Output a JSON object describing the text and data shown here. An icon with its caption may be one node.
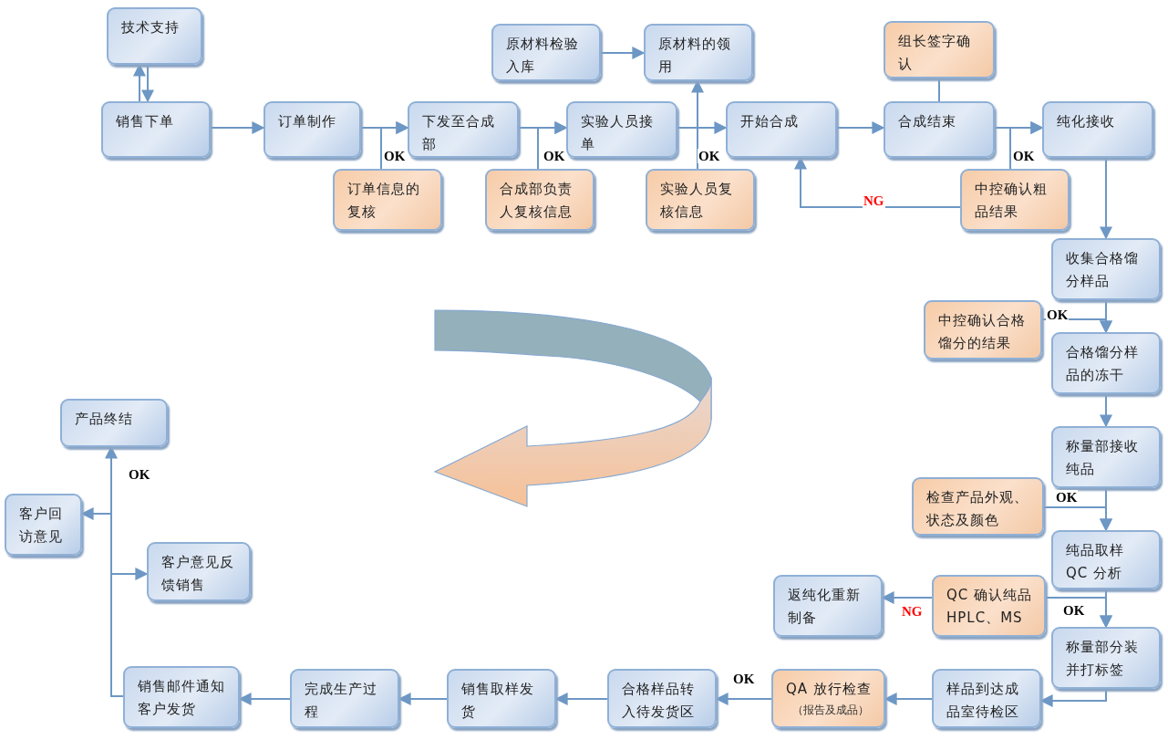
{
  "diagram": {
    "nodes": [
      {
        "text": [
          "技术支持"
        ]
      },
      {
        "text": [
          "销售下单"
        ]
      },
      {
        "text": [
          "订单制作"
        ]
      },
      {
        "text": [
          "下发至合成部"
        ]
      },
      {
        "text": [
          "实验人员接单"
        ]
      },
      {
        "text": [
          "原材料检验入库"
        ]
      },
      {
        "text": [
          "原材料的领用"
        ]
      },
      {
        "text": [
          "开始合成"
        ]
      },
      {
        "text": [
          "组长签字确认"
        ]
      },
      {
        "text": [
          "合成结束"
        ]
      },
      {
        "text": [
          "纯化接收"
        ]
      },
      {
        "text": [
          "订单信息的复核"
        ]
      },
      {
        "text": [
          "合成部负责人复核信息"
        ]
      },
      {
        "text": [
          "实验人员复核信息"
        ]
      },
      {
        "text": [
          "中控确认粗品结果"
        ]
      },
      {
        "text": [
          "收集合格馏分样品"
        ]
      },
      {
        "text": [
          "中控确认合格馏分的结果"
        ]
      },
      {
        "text": [
          "合格馏分样品的冻干"
        ]
      },
      {
        "text": [
          "称量部接收纯品"
        ]
      },
      {
        "text": [
          "检查产品外观、状态及颜色"
        ]
      },
      {
        "text": [
          "纯品取样 QC 分析"
        ]
      },
      {
        "text": [
          "返纯化重新制备"
        ]
      },
      {
        "text": [
          "QC 确认纯品 HPLC、MS"
        ]
      },
      {
        "text": [
          "称量部分装并打标签"
        ]
      },
      {
        "text": [
          "样品到达成品室待检区"
        ]
      },
      {
        "text": [
          "QA 放行检查",
          "（报告及成品）"
        ]
      },
      {
        "text": [
          "合格样品转入待发货区"
        ]
      },
      {
        "text": [
          "销售取样发货"
        ]
      },
      {
        "text": [
          "完成生产过程"
        ]
      },
      {
        "text": [
          "销售邮件通知客户发货"
        ]
      },
      {
        "text": [
          "产品终结"
        ]
      },
      {
        "text": [
          "客户回访意见"
        ]
      },
      {
        "text": [
          "客户意见反馈销售"
        ]
      }
    ],
    "edges": [
      {
        "from": 1,
        "to": 0,
        "arrow": "to"
      },
      {
        "from": 0,
        "to": 1,
        "arrow": "to"
      },
      {
        "from": 1,
        "to": 2,
        "arrow": "to"
      },
      {
        "from": 2,
        "to": 3,
        "arrow": "to"
      },
      {
        "from": 11,
        "to": 3,
        "arrow": "to",
        "label": "OK"
      },
      {
        "from": 3,
        "to": 4,
        "arrow": "to"
      },
      {
        "from": 12,
        "to": 4,
        "arrow": "to",
        "label": "OK"
      },
      {
        "from": 5,
        "to": 6,
        "arrow": "to"
      },
      {
        "from": 4,
        "to": 7,
        "arrow": "to"
      },
      {
        "from": 13,
        "to": 6,
        "arrow": "to",
        "label": "OK"
      },
      {
        "from": 7,
        "to": 9,
        "arrow": "to"
      },
      {
        "from": 8,
        "to": 9,
        "arrow": "none"
      },
      {
        "from": 9,
        "to": 10,
        "arrow": "to"
      },
      {
        "from": 14,
        "to": 10,
        "arrow": "to",
        "label": "OK"
      },
      {
        "from": 14,
        "to": 7,
        "arrow": "to",
        "label": "NG"
      },
      {
        "from": 10,
        "to": 15,
        "arrow": "to"
      },
      {
        "from": 15,
        "to": 17,
        "arrow": "to"
      },
      {
        "from": 16,
        "to": 17,
        "arrow": "to",
        "label": "OK"
      },
      {
        "from": 17,
        "to": 18,
        "arrow": "to"
      },
      {
        "from": 18,
        "to": 20,
        "arrow": "to"
      },
      {
        "from": 19,
        "to": 20,
        "arrow": "to",
        "label": "OK"
      },
      {
        "from": 20,
        "to": 23,
        "arrow": "to"
      },
      {
        "from": 22,
        "to": 23,
        "arrow": "to",
        "label": "OK"
      },
      {
        "from": 22,
        "to": 21,
        "arrow": "to",
        "label": "NG"
      },
      {
        "from": 23,
        "to": 24,
        "arrow": "to"
      },
      {
        "from": 24,
        "to": 25,
        "arrow": "to"
      },
      {
        "from": 25,
        "to": 26,
        "arrow": "to",
        "label": "OK"
      },
      {
        "from": 26,
        "to": 27,
        "arrow": "to"
      },
      {
        "from": 27,
        "to": 28,
        "arrow": "to"
      },
      {
        "from": 28,
        "to": 29,
        "arrow": "to"
      },
      {
        "from": 29,
        "to": 30,
        "arrow": "to",
        "label": "OK"
      },
      {
        "from": 29,
        "to": 31,
        "arrow": "to"
      },
      {
        "from": 29,
        "to": 32,
        "arrow": "to"
      }
    ]
  }
}
